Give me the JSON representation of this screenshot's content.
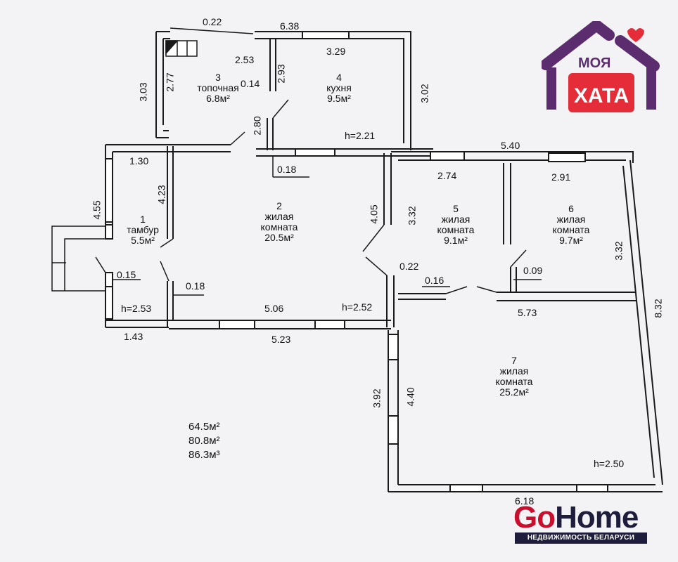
{
  "rooms": [
    {
      "num": "1",
      "line1": "тамбур",
      "line2": "",
      "area": "5.5м²"
    },
    {
      "num": "2",
      "line1": "жилая",
      "line2": "комната",
      "area": "20.5м²"
    },
    {
      "num": "3",
      "line1": "топочная",
      "line2": "",
      "area": "6.8м²"
    },
    {
      "num": "4",
      "line1": "кухня",
      "line2": "",
      "area": "9.5м²"
    },
    {
      "num": "5",
      "line1": "жилая",
      "line2": "комната",
      "area": "9.1м²"
    },
    {
      "num": "6",
      "line1": "жилая",
      "line2": "комната",
      "area": "9.7м²"
    },
    {
      "num": "7",
      "line1": "жилая",
      "line2": "комната",
      "area": "25.2м²"
    }
  ],
  "dimensions": {
    "d022a": "0.22",
    "d638": "6.38",
    "d329": "3.29",
    "d253": "2.53",
    "d014": "0.14",
    "d303": "3.03",
    "d277": "2.77",
    "d293": "2.93",
    "d302": "3.02",
    "d280": "2.80",
    "h221": "h=2.21",
    "d130": "1.30",
    "d018a": "0.18",
    "d540": "5.40",
    "d274": "2.74",
    "d291": "2.91",
    "d455": "4.55",
    "d423": "4.23",
    "d405": "4.05",
    "d332a": "3.32",
    "d332b": "3.32",
    "d022b": "0.22",
    "d009": "0.09",
    "d015": "0.15",
    "d018b": "0.18",
    "d016": "0.16",
    "h253": "h=2.53",
    "d506": "5.06",
    "h252": "h=2.52",
    "d573": "5.73",
    "d832": "8.32",
    "d143": "1.43",
    "d523": "5.23",
    "d392": "3.92",
    "d440": "4.40",
    "h250": "h=2.50",
    "d618": "6.18"
  },
  "totals": [
    "64.5м²",
    "80.8м²",
    "86.3м³"
  ],
  "logos": {
    "moya_top": "МОЯ",
    "moya_big": "ХАТА",
    "gohome_go": "Go",
    "gohome_home": "Home",
    "gohome_sub": "НЕДВИЖИМОСТЬ БЕЛАРУСИ",
    "colors": {
      "purple": "#5b2d6e",
      "red": "#e52d3a",
      "navy": "#1e1e3c",
      "gohome_red": "#c8102e"
    }
  }
}
